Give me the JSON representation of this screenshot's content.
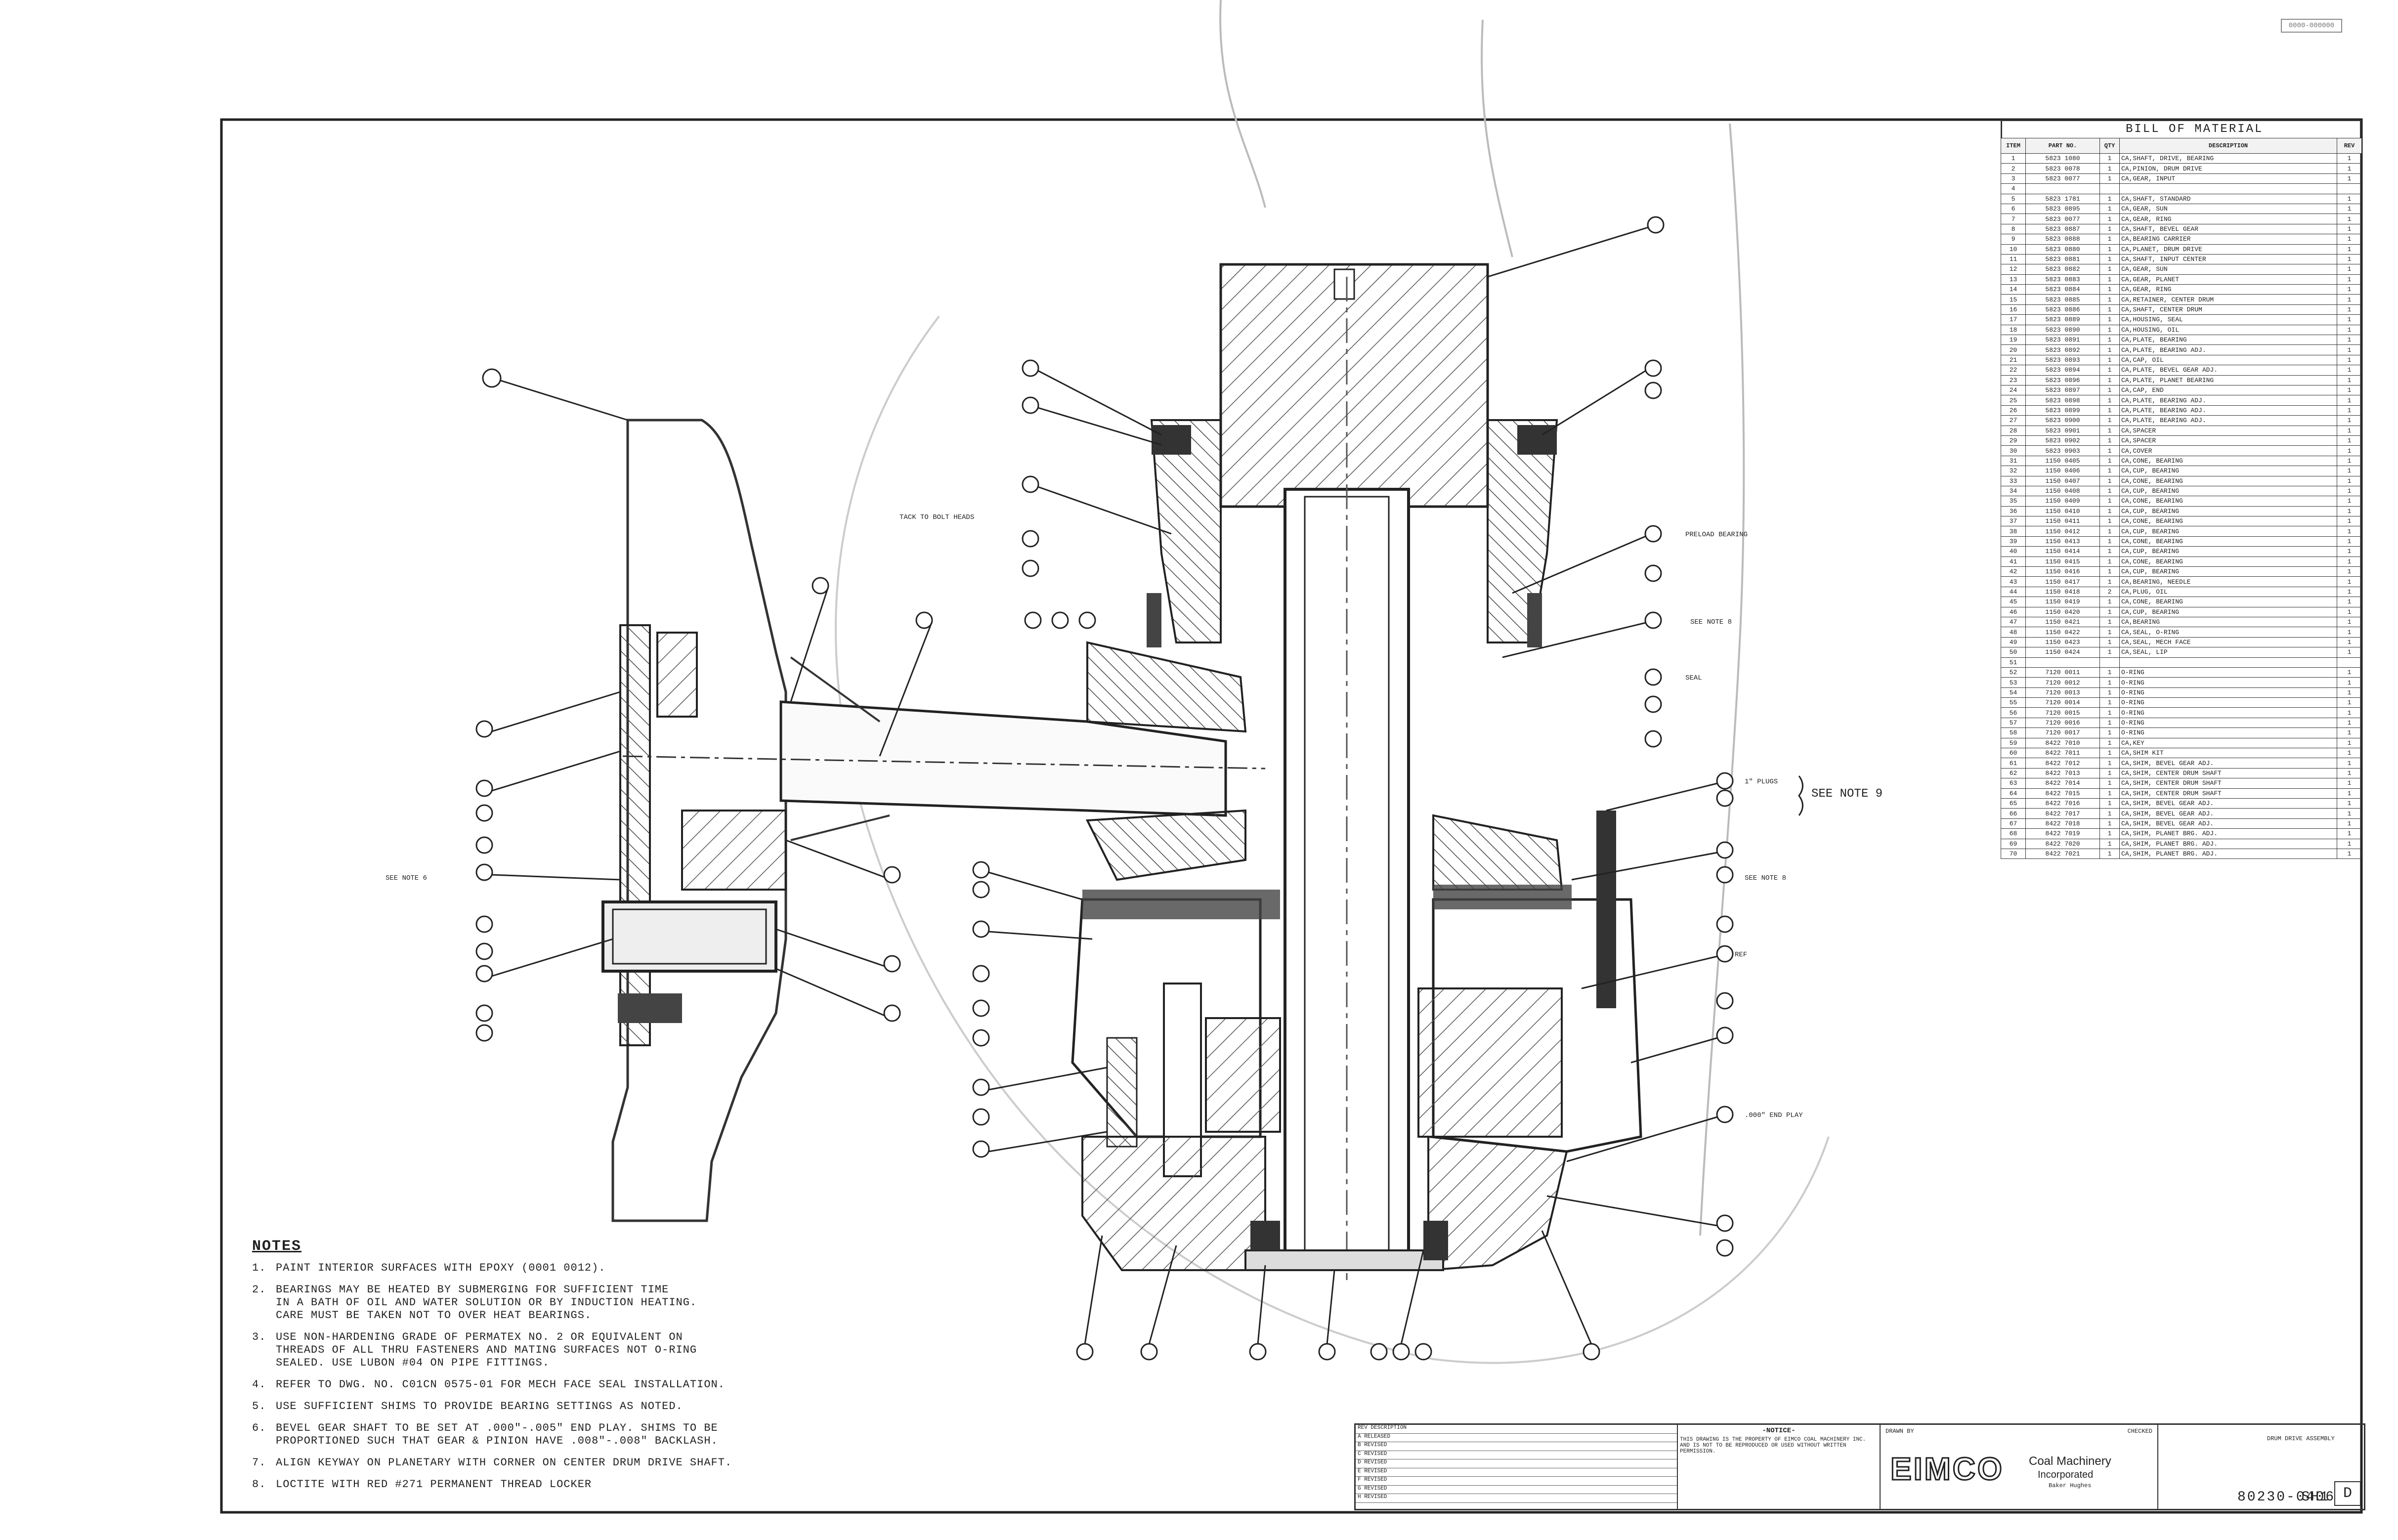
{
  "stamp": "0000-000000",
  "notes": {
    "heading": "NOTES",
    "items": [
      {
        "num": "1.",
        "text": "PAINT INTERIOR SURFACES WITH EPOXY (0001 0012)."
      },
      {
        "num": "2.",
        "text": "BEARINGS MAY BE HEATED BY SUBMERGING FOR SUFFICIENT TIME\nIN A BATH OF OIL AND WATER SOLUTION OR BY INDUCTION HEATING.\nCARE MUST BE TAKEN NOT TO OVER HEAT BEARINGS."
      },
      {
        "num": "3.",
        "text": "USE NON-HARDENING GRADE OF PERMATEX NO. 2 OR EQUIVALENT ON\nTHREADS OF ALL THRU FASTENERS AND MATING SURFACES NOT O-RING\nSEALED. USE LUBON #04 ON PIPE FITTINGS."
      },
      {
        "num": "4.",
        "text": "REFER TO DWG. NO. C01CN 0575-01 FOR MECH FACE SEAL INSTALLATION."
      },
      {
        "num": "5.",
        "text": "USE SUFFICIENT SHIMS TO PROVIDE BEARING SETTINGS AS NOTED."
      },
      {
        "num": "6.",
        "text": "BEVEL GEAR SHAFT TO BE SET AT .000\"-.005\" END PLAY. SHIMS TO BE\nPROPORTIONED SUCH THAT GEAR & PINION HAVE .008\"-.008\" BACKLASH."
      },
      {
        "num": "7.",
        "text": "ALIGN KEYWAY ON PLANETARY WITH CORNER ON CENTER DRUM DRIVE SHAFT."
      },
      {
        "num": "8.",
        "text": "LOCTITE WITH RED #271 PERMANENT THREAD LOCKER"
      }
    ]
  },
  "bom": {
    "title": "BILL OF MATERIAL",
    "headers": [
      "ITEM",
      "PART NO.",
      "QTY",
      "DESCRIPTION",
      "REV"
    ],
    "rows": [
      [
        "1",
        "5823 1080",
        "1",
        "CA,SHAFT, DRIVE, BEARING",
        "1"
      ],
      [
        "2",
        "5823 0078",
        "1",
        "CA,PINION, DRUM DRIVE",
        "1"
      ],
      [
        "3",
        "5823 0077",
        "1",
        "CA,GEAR, INPUT",
        "1"
      ],
      [
        "4",
        "",
        "",
        "",
        ""
      ],
      [
        "5",
        "5823 1781",
        "1",
        "CA,SHAFT, STANDARD",
        "1"
      ],
      [
        "6",
        "5823 0895",
        "1",
        "CA,GEAR, SUN",
        "1"
      ],
      [
        "7",
        "5823 0077",
        "1",
        "CA,GEAR, RING",
        "1"
      ],
      [
        "8",
        "5823 0887",
        "1",
        "CA,SHAFT, BEVEL GEAR",
        "1"
      ],
      [
        "9",
        "5823 0888",
        "1",
        "CA,BEARING CARRIER",
        "1"
      ],
      [
        "10",
        "5823 0880",
        "1",
        "CA,PLANET, DRUM DRIVE",
        "1"
      ],
      [
        "11",
        "5823 0881",
        "1",
        "CA,SHAFT, INPUT CENTER",
        "1"
      ],
      [
        "12",
        "5823 0882",
        "1",
        "CA,GEAR, SUN",
        "1"
      ],
      [
        "13",
        "5823 0883",
        "1",
        "CA,GEAR, PLANET",
        "1"
      ],
      [
        "14",
        "5823 0884",
        "1",
        "CA,GEAR, RING",
        "1"
      ],
      [
        "15",
        "5823 0885",
        "1",
        "CA,RETAINER, CENTER DRUM",
        "1"
      ],
      [
        "16",
        "5823 0886",
        "1",
        "CA,SHAFT, CENTER DRUM",
        "1"
      ],
      [
        "17",
        "5823 0889",
        "1",
        "CA,HOUSING, SEAL",
        "1"
      ],
      [
        "18",
        "5823 0890",
        "1",
        "CA,HOUSING, OIL",
        "1"
      ],
      [
        "19",
        "5823 0891",
        "1",
        "CA,PLATE, BEARING",
        "1"
      ],
      [
        "20",
        "5823 0892",
        "1",
        "CA,PLATE, BEARING ADJ.",
        "1"
      ],
      [
        "21",
        "5823 0893",
        "1",
        "CA,CAP, OIL",
        "1"
      ],
      [
        "22",
        "5823 0894",
        "1",
        "CA,PLATE, BEVEL GEAR ADJ.",
        "1"
      ],
      [
        "23",
        "5823 0896",
        "1",
        "CA,PLATE, PLANET BEARING",
        "1"
      ],
      [
        "24",
        "5823 0897",
        "1",
        "CA,CAP, END",
        "1"
      ],
      [
        "25",
        "5823 0898",
        "1",
        "CA,PLATE, BEARING ADJ.",
        "1"
      ],
      [
        "26",
        "5823 0899",
        "1",
        "CA,PLATE, BEARING ADJ.",
        "1"
      ],
      [
        "27",
        "5823 0900",
        "1",
        "CA,PLATE, BEARING ADJ.",
        "1"
      ],
      [
        "28",
        "5823 0901",
        "1",
        "CA,SPACER",
        "1"
      ],
      [
        "29",
        "5823 0902",
        "1",
        "CA,SPACER",
        "1"
      ],
      [
        "30",
        "5823 0903",
        "1",
        "CA,COVER",
        "1"
      ],
      [
        "31",
        "1150 0405",
        "1",
        "CA,CONE, BEARING",
        "1"
      ],
      [
        "32",
        "1150 0406",
        "1",
        "CA,CUP, BEARING",
        "1"
      ],
      [
        "33",
        "1150 0407",
        "1",
        "CA,CONE, BEARING",
        "1"
      ],
      [
        "34",
        "1150 0408",
        "1",
        "CA,CUP, BEARING",
        "1"
      ],
      [
        "35",
        "1150 0409",
        "1",
        "CA,CONE, BEARING",
        "1"
      ],
      [
        "36",
        "1150 0410",
        "1",
        "CA,CUP, BEARING",
        "1"
      ],
      [
        "37",
        "1150 0411",
        "1",
        "CA,CONE, BEARING",
        "1"
      ],
      [
        "38",
        "1150 0412",
        "1",
        "CA,CUP, BEARING",
        "1"
      ],
      [
        "39",
        "1150 0413",
        "1",
        "CA,CONE, BEARING",
        "1"
      ],
      [
        "40",
        "1150 0414",
        "1",
        "CA,CUP, BEARING",
        "1"
      ],
      [
        "41",
        "1150 0415",
        "1",
        "CA,CONE, BEARING",
        "1"
      ],
      [
        "42",
        "1150 0416",
        "1",
        "CA,CUP, BEARING",
        "1"
      ],
      [
        "43",
        "1150 0417",
        "1",
        "CA,BEARING, NEEDLE",
        "1"
      ],
      [
        "44",
        "1150 0418",
        "2",
        "CA,PLUG, OIL",
        "1"
      ],
      [
        "45",
        "1150 0419",
        "1",
        "CA,CONE, BEARING",
        "1"
      ],
      [
        "46",
        "1150 0420",
        "1",
        "CA,CUP, BEARING",
        "1"
      ],
      [
        "47",
        "1150 0421",
        "1",
        "CA,BEARING",
        "1"
      ],
      [
        "48",
        "1150 0422",
        "1",
        "CA,SEAL, O-RING",
        "1"
      ],
      [
        "49",
        "1150 0423",
        "1",
        "CA,SEAL, MECH FACE",
        "1"
      ],
      [
        "50",
        "1150 0424",
        "1",
        "CA,SEAL, LIP",
        "1"
      ],
      [
        "51",
        "",
        "",
        "",
        ""
      ],
      [
        "52",
        "7120 0011",
        "1",
        "O-RING",
        "1"
      ],
      [
        "53",
        "7120 0012",
        "1",
        "O-RING",
        "1"
      ],
      [
        "54",
        "7120 0013",
        "1",
        "O-RING",
        "1"
      ],
      [
        "55",
        "7120 0014",
        "1",
        "O-RING",
        "1"
      ],
      [
        "56",
        "7120 0015",
        "1",
        "O-RING",
        "1"
      ],
      [
        "57",
        "7120 0016",
        "1",
        "O-RING",
        "1"
      ],
      [
        "58",
        "7120 0017",
        "1",
        "O-RING",
        "1"
      ],
      [
        "59",
        "8422 7010",
        "1",
        "CA,KEY",
        "1"
      ],
      [
        "60",
        "8422 7011",
        "1",
        "CA,SHIM KIT",
        "1"
      ],
      [
        "61",
        "8422 7012",
        "1",
        "CA,SHIM, BEVEL GEAR ADJ.",
        "1"
      ],
      [
        "62",
        "8422 7013",
        "1",
        "CA,SHIM, CENTER DRUM SHAFT",
        "1"
      ],
      [
        "63",
        "8422 7014",
        "1",
        "CA,SHIM, CENTER DRUM SHAFT",
        "1"
      ],
      [
        "64",
        "8422 7015",
        "1",
        "CA,SHIM, CENTER DRUM SHAFT",
        "1"
      ],
      [
        "65",
        "8422 7016",
        "1",
        "CA,SHIM, BEVEL GEAR ADJ.",
        "1"
      ],
      [
        "66",
        "8422 7017",
        "1",
        "CA,SHIM, BEVEL GEAR ADJ.",
        "1"
      ],
      [
        "67",
        "8422 7018",
        "1",
        "CA,SHIM, BEVEL GEAR ADJ.",
        "1"
      ],
      [
        "68",
        "8422 7019",
        "1",
        "CA,SHIM, PLANET BRG. ADJ.",
        "1"
      ],
      [
        "69",
        "8422 7020",
        "1",
        "CA,SHIM, PLANET BRG. ADJ.",
        "1"
      ],
      [
        "70",
        "8422 7021",
        "1",
        "CA,SHIM, PLANET BRG. ADJ.",
        "1"
      ]
    ]
  },
  "callouts": {
    "tack": "TACK TO BOLT HEADS",
    "see8a": "SEE NOTE 8",
    "see8b": "SEE NOTE 8",
    "see9": "SEE NOTE 9",
    "see6": "SEE NOTE 6",
    "ref": "REF",
    "endplay": ".000\" END PLAY",
    "bearing": "PRELOAD BEARING",
    "wheel": "1\" PLUGS",
    "seal": "SEAL"
  },
  "titleblock": {
    "revisions": [
      "REV  DESCRIPTION",
      "A  RELEASED",
      "B  REVISED",
      "C  REVISED",
      "D  REVISED",
      "E  REVISED",
      "F  REVISED",
      "G  REVISED",
      "H  REVISED"
    ],
    "notice_title": "-NOTICE-",
    "notice_text": "THIS DRAWING IS THE PROPERTY OF EIMCO COAL MACHINERY INC. AND IS NOT TO BE REPRODUCED OR USED WITHOUT WRITTEN PERMISSION.",
    "brand": "EIMCO",
    "company1": "Coal Machinery",
    "company2": "Incorporated",
    "company3": "Baker Hughes",
    "drawn": "DRAWN BY",
    "checked": "CHECKED",
    "title": "DRUM DRIVE ASSEMBLY",
    "dwg_no": "80230-0406",
    "sheet": "SH1",
    "rev": "D"
  }
}
